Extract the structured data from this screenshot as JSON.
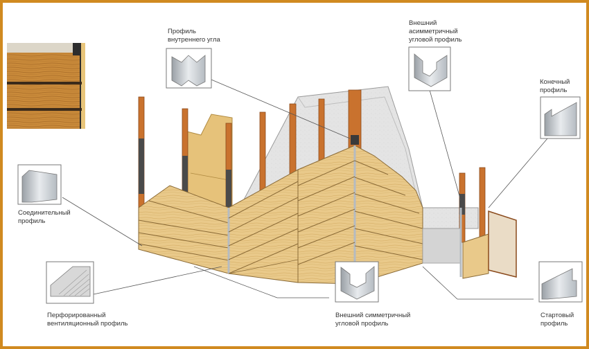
{
  "title": "Схема монтажа сайдинга с профилями",
  "colors": {
    "frame": "#d08a20",
    "siding_light": "#e9c98a",
    "siding_dark": "#8a6a36",
    "batten": "#c9722e",
    "batten_dark": "#8a4a1c",
    "concrete": "#e4e4e4",
    "insulation": "#e6c27a",
    "metal": "#c8cdd2",
    "bracket_dark": "#4a4a4a",
    "swatch_wood": "#c98a3a",
    "leader": "#555555"
  },
  "swatch": {
    "name": "siding-texture-sample",
    "description": "Фрагмент сайдинга с текстурой дерева"
  },
  "callouts": [
    {
      "id": "inner-corner",
      "label": "Профиль\nвнутреннего угла",
      "icon": "inner-corner-profile-icon"
    },
    {
      "id": "outer-asym-corner",
      "label": "Внешний\nасимметричный\nугловой профиль",
      "icon": "asymmetric-corner-profile-icon"
    },
    {
      "id": "end",
      "label": "Конечный\nпрофиль",
      "icon": "end-profile-icon"
    },
    {
      "id": "connecting",
      "label": "Соединительный\nпрофиль",
      "icon": "connecting-profile-icon"
    },
    {
      "id": "perforated",
      "label": "Перфорированный\nвентиляционный профиль",
      "icon": "perforated-vent-profile-icon"
    },
    {
      "id": "outer-sym-corner",
      "label": "Внешний симметричный\nугловой профиль",
      "icon": "symmetric-corner-profile-icon"
    },
    {
      "id": "starter",
      "label": "Стартовый\nпрофиль",
      "icon": "starter-profile-icon"
    }
  ]
}
